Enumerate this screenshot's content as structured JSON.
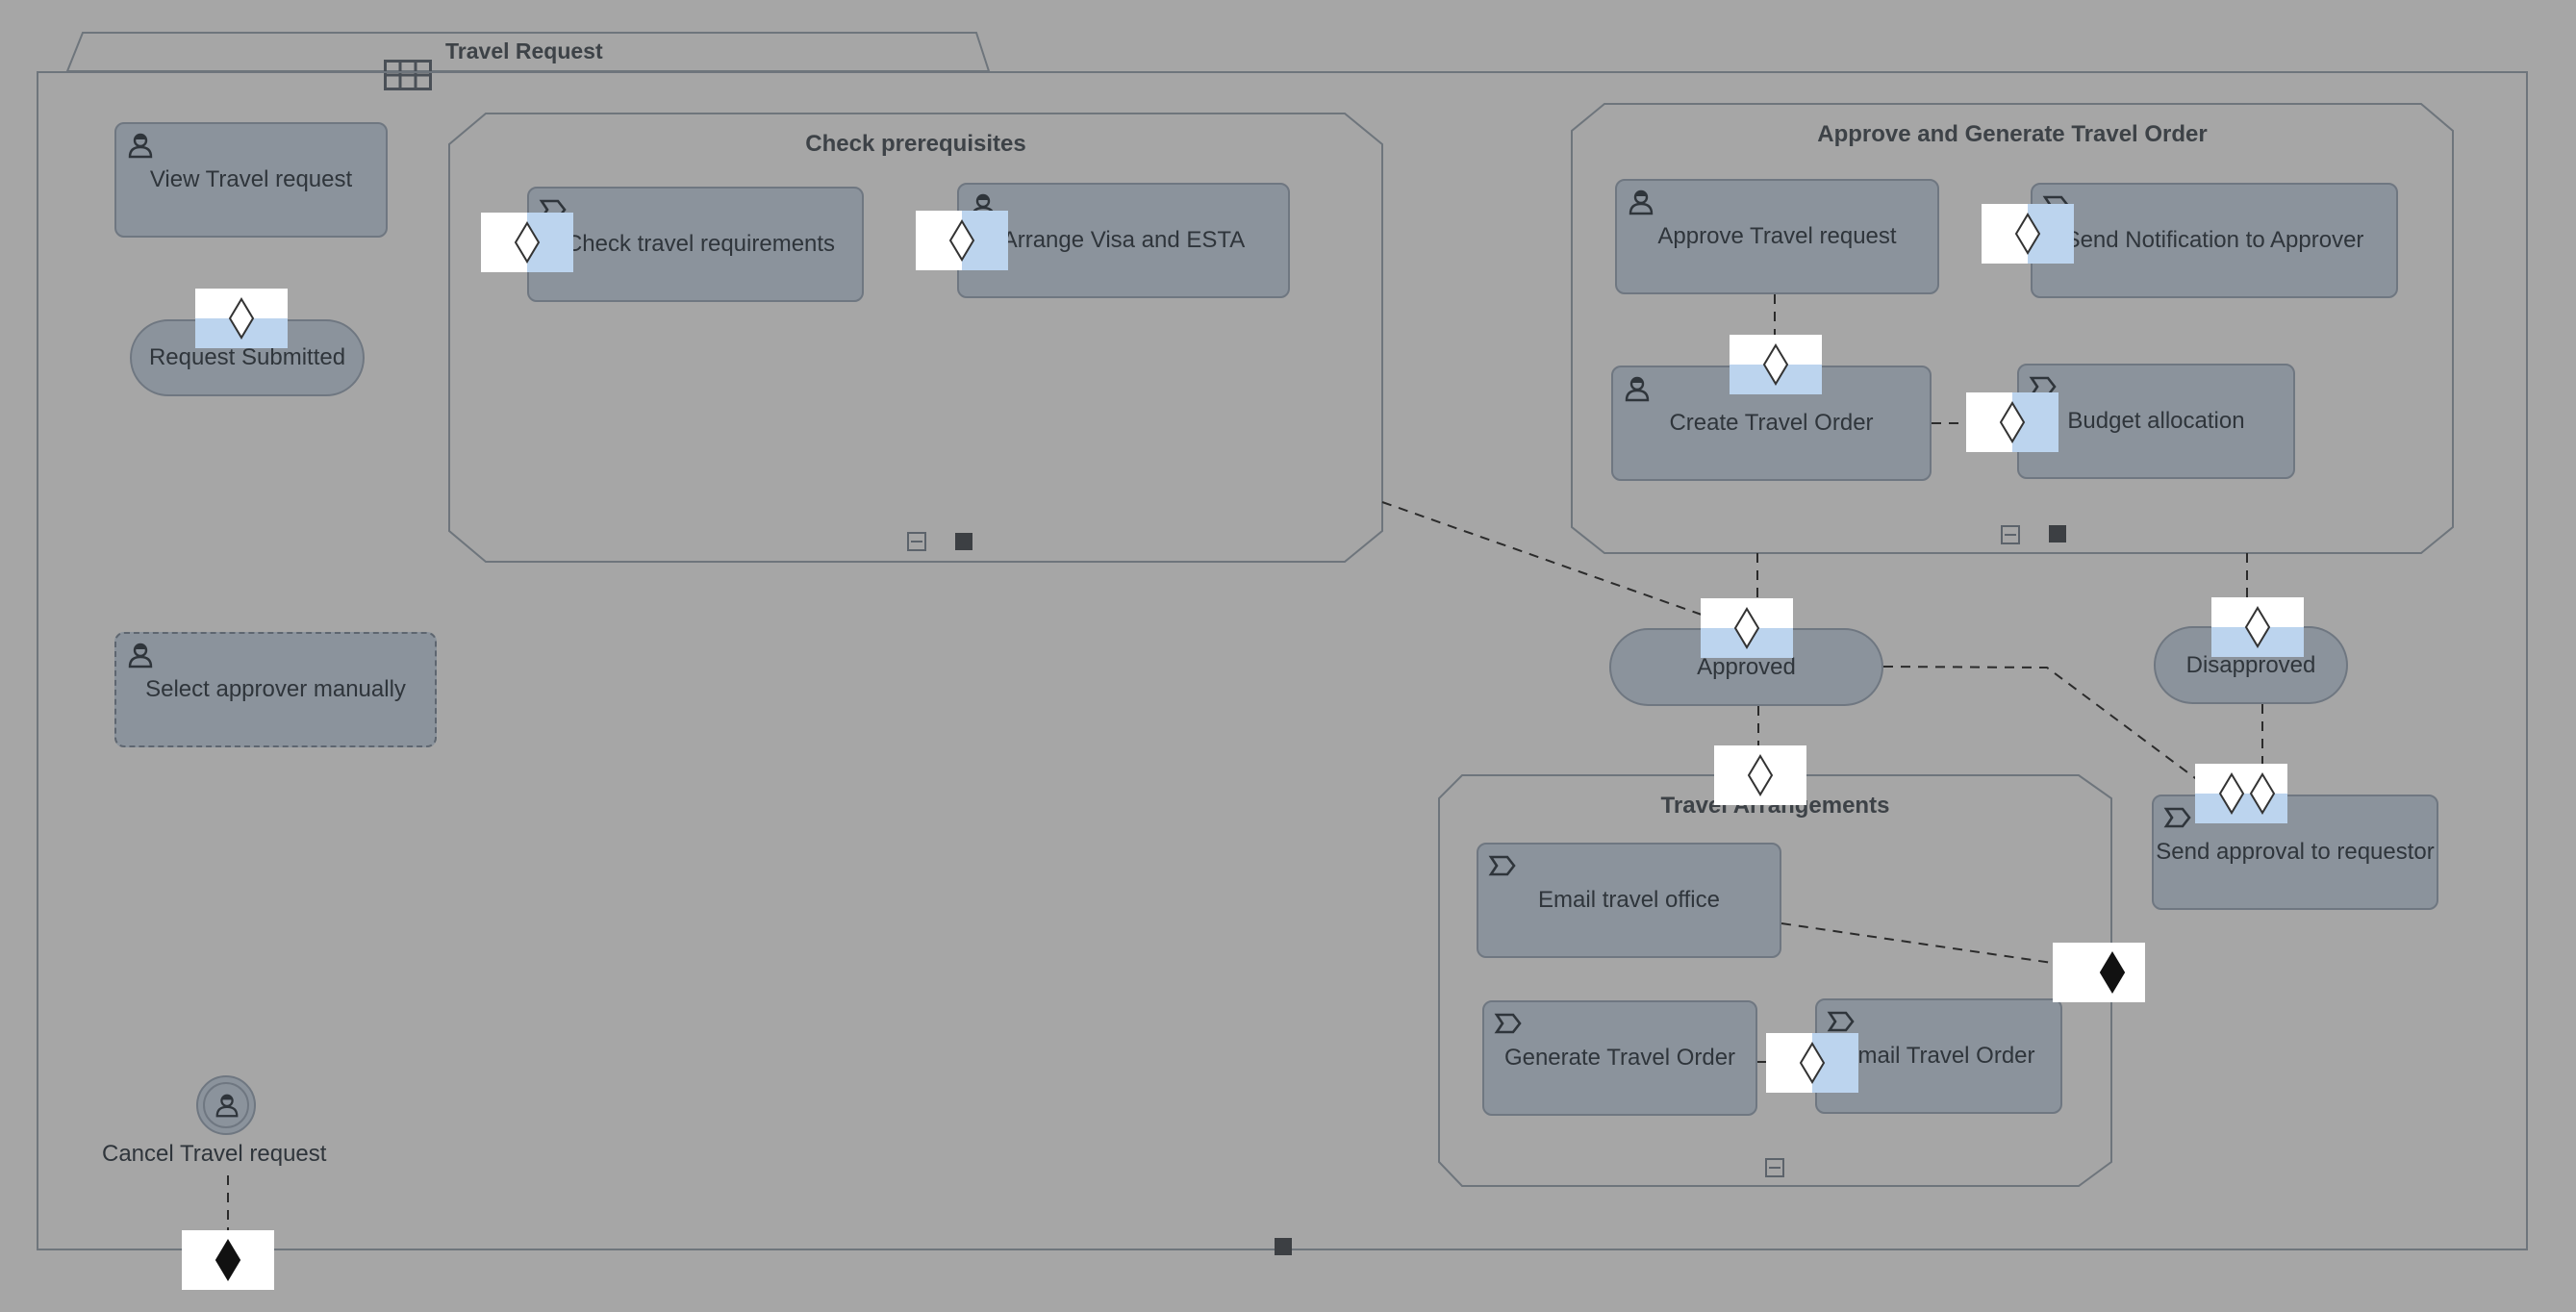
{
  "case": {
    "title": "Travel Request",
    "icon": "table-icon"
  },
  "stages": [
    {
      "id": "check",
      "title": "Check prerequisites"
    },
    {
      "id": "approve",
      "title": "Approve and Generate Travel Order"
    },
    {
      "id": "travel",
      "title": "Travel Arrangements"
    }
  ],
  "tasks": {
    "view_travel_request": {
      "label": "View Travel request",
      "icon": "human-task-icon"
    },
    "check_travel_requirements": {
      "label": "Check travel requirements",
      "icon": "process-task-icon"
    },
    "arrange_visa": {
      "label": "Arrange Visa and ESTA",
      "icon": "human-task-icon"
    },
    "approve_travel_request": {
      "label": "Approve Travel request",
      "icon": "human-task-icon"
    },
    "send_notification": {
      "label": "Send Notification to Approver",
      "icon": "process-task-icon"
    },
    "create_travel_order": {
      "label": "Create Travel Order",
      "icon": "human-task-icon"
    },
    "budget_allocation": {
      "label": "Budget allocation",
      "icon": "process-task-icon"
    },
    "select_approver": {
      "label": "Select approver manually",
      "icon": "human-task-icon"
    },
    "email_travel_office": {
      "label": "Email travel office",
      "icon": "process-task-icon"
    },
    "generate_travel_order": {
      "label": "Generate Travel Order",
      "icon": "process-task-icon"
    },
    "email_travel_order": {
      "label": "Email Travel Order",
      "icon": "process-task-icon"
    },
    "send_approval": {
      "label": "Send approval to requestor",
      "icon": "process-task-icon"
    }
  },
  "milestones": {
    "request_submitted": {
      "label": "Request Submitted"
    },
    "approved": {
      "label": "Approved"
    },
    "disapproved": {
      "label": "Disapproved"
    }
  },
  "events": {
    "cancel_travel_request": {
      "label": "Cancel Travel request",
      "icon": "user-event-icon"
    }
  }
}
